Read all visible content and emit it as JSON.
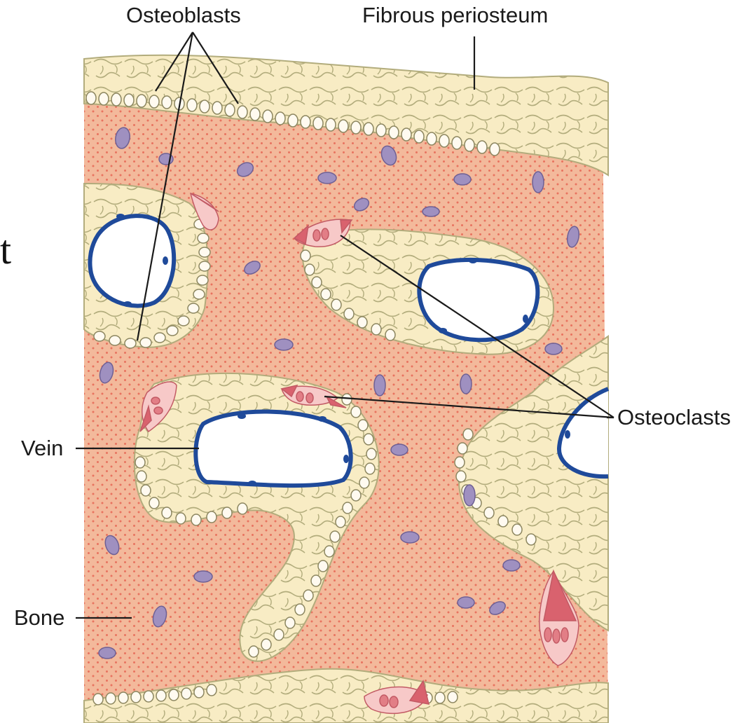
{
  "labels": {
    "osteoblasts": "Osteoblasts",
    "fibrous_periosteum": "Fibrous periosteum",
    "osteoclasts": "Osteoclasts",
    "vein": "Vein",
    "bone": "Bone"
  },
  "stray_text": "t",
  "colors": {
    "bone_fill": "#f3b99b",
    "bone_dot": "#e8735f",
    "connective_tissue": "#f8ecc4",
    "fiber_line": "#b2ac7c",
    "osteocyte": "#9f90c0",
    "osteocyte_outline": "#6e6094",
    "vein_wall": "#1f4a9a",
    "osteoclast_body": "#f7c9c8",
    "osteoclast_edge": "#d9626e",
    "leader_line": "#1a1a1a"
  }
}
